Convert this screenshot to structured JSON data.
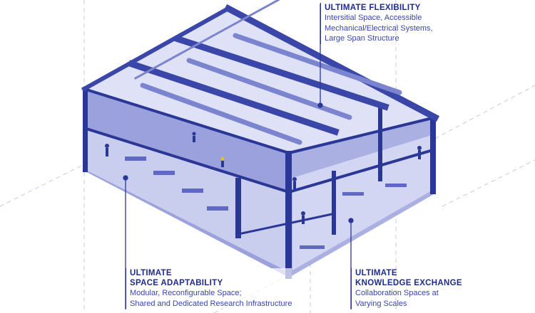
{
  "colors": {
    "dark": "#2b3796",
    "mid": "#5f69c4",
    "light": "#c9cdee",
    "pale": "#e6e8f8",
    "guide": "#c5c9e6"
  },
  "callouts": {
    "flexibility": {
      "title": "ULTIMATE FLEXIBILITY",
      "lines": [
        "Intersitial Space, Accessible",
        "Mechanical/Electrical Systems,",
        "Large Span Structure"
      ]
    },
    "adaptability": {
      "title_lines": [
        "ULTIMATE",
        "SPACE ADAPTABILITY"
      ],
      "lines": [
        "Modular, Reconfigurable Space;",
        "Shared and Dedicated Research Infrastructure"
      ]
    },
    "knowledge": {
      "title_lines": [
        "ULTIMATE",
        "KNOWLEDGE EXCHANGE"
      ],
      "lines": [
        "Collaboration Spaces at",
        "Varying Scales"
      ]
    }
  }
}
